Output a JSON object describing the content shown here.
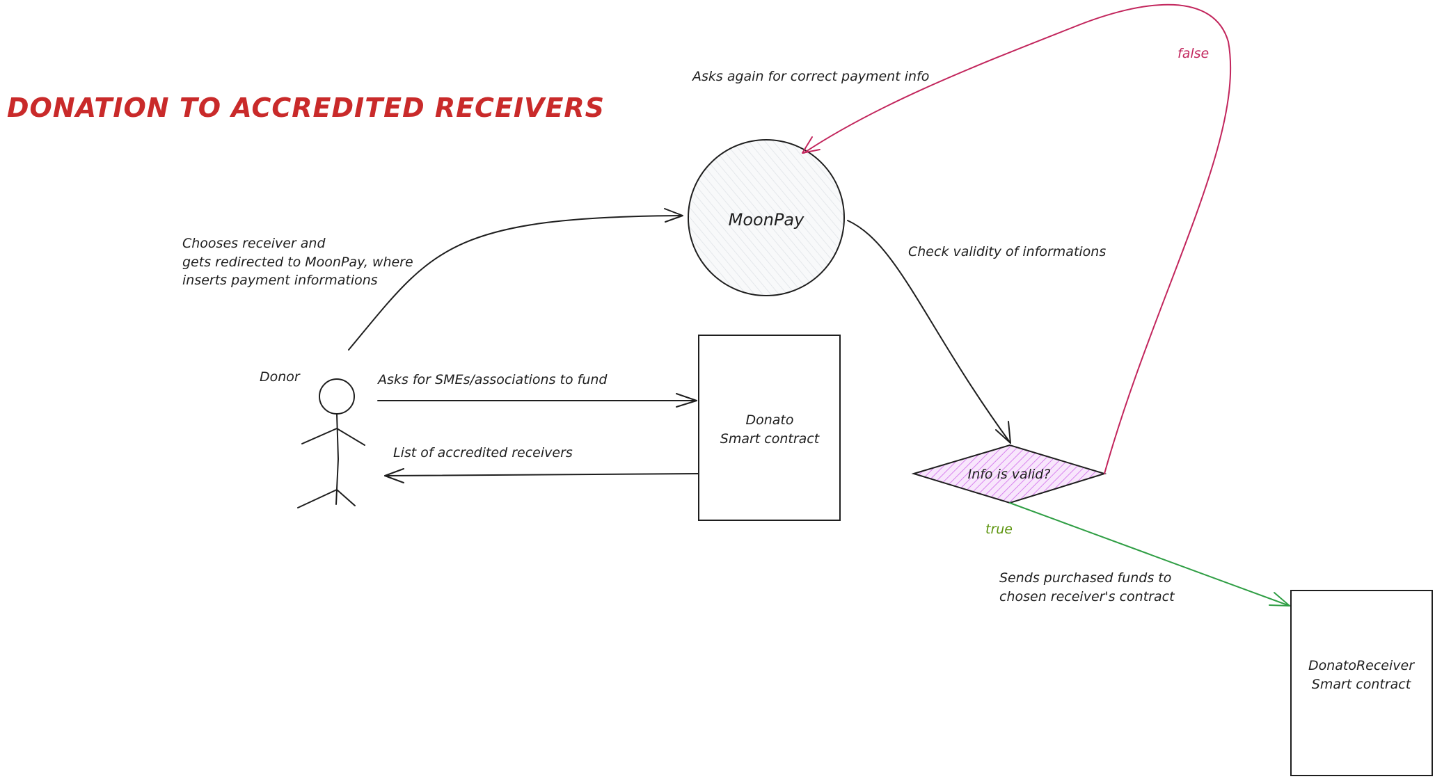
{
  "title": "DONATION TO ACCREDITED RECEIVERS",
  "nodes": {
    "moonpay": "MoonPay",
    "donor": "Donor",
    "donato": [
      "Donato",
      "Smart contract"
    ],
    "decision": "Info is valid?",
    "receiver": [
      "DonatoReceiver",
      "Smart contract"
    ]
  },
  "edges": {
    "donor_to_moonpay": [
      "Chooses receiver and",
      "gets redirected to MoonPay, where",
      "inserts payment informations"
    ],
    "donor_to_donato": "Asks for SMEs/associations to fund",
    "donato_to_donor": "List of accredited receivers",
    "moonpay_to_decision": "Check validity of informations",
    "decision_false": "false",
    "decision_true": "true",
    "retry": "Asks again for correct payment info",
    "decision_to_receiver": [
      "Sends purchased funds to",
      "chosen receiver's contract"
    ]
  },
  "colors": {
    "title": "#c92a2a",
    "false_branch": "#c2255c",
    "true_branch": "#2f9e44",
    "true_label": "#5c940d",
    "diamond_fill": "#e599f7",
    "circle_fill": "#e9ecef",
    "ink": "#1e1e1e"
  }
}
